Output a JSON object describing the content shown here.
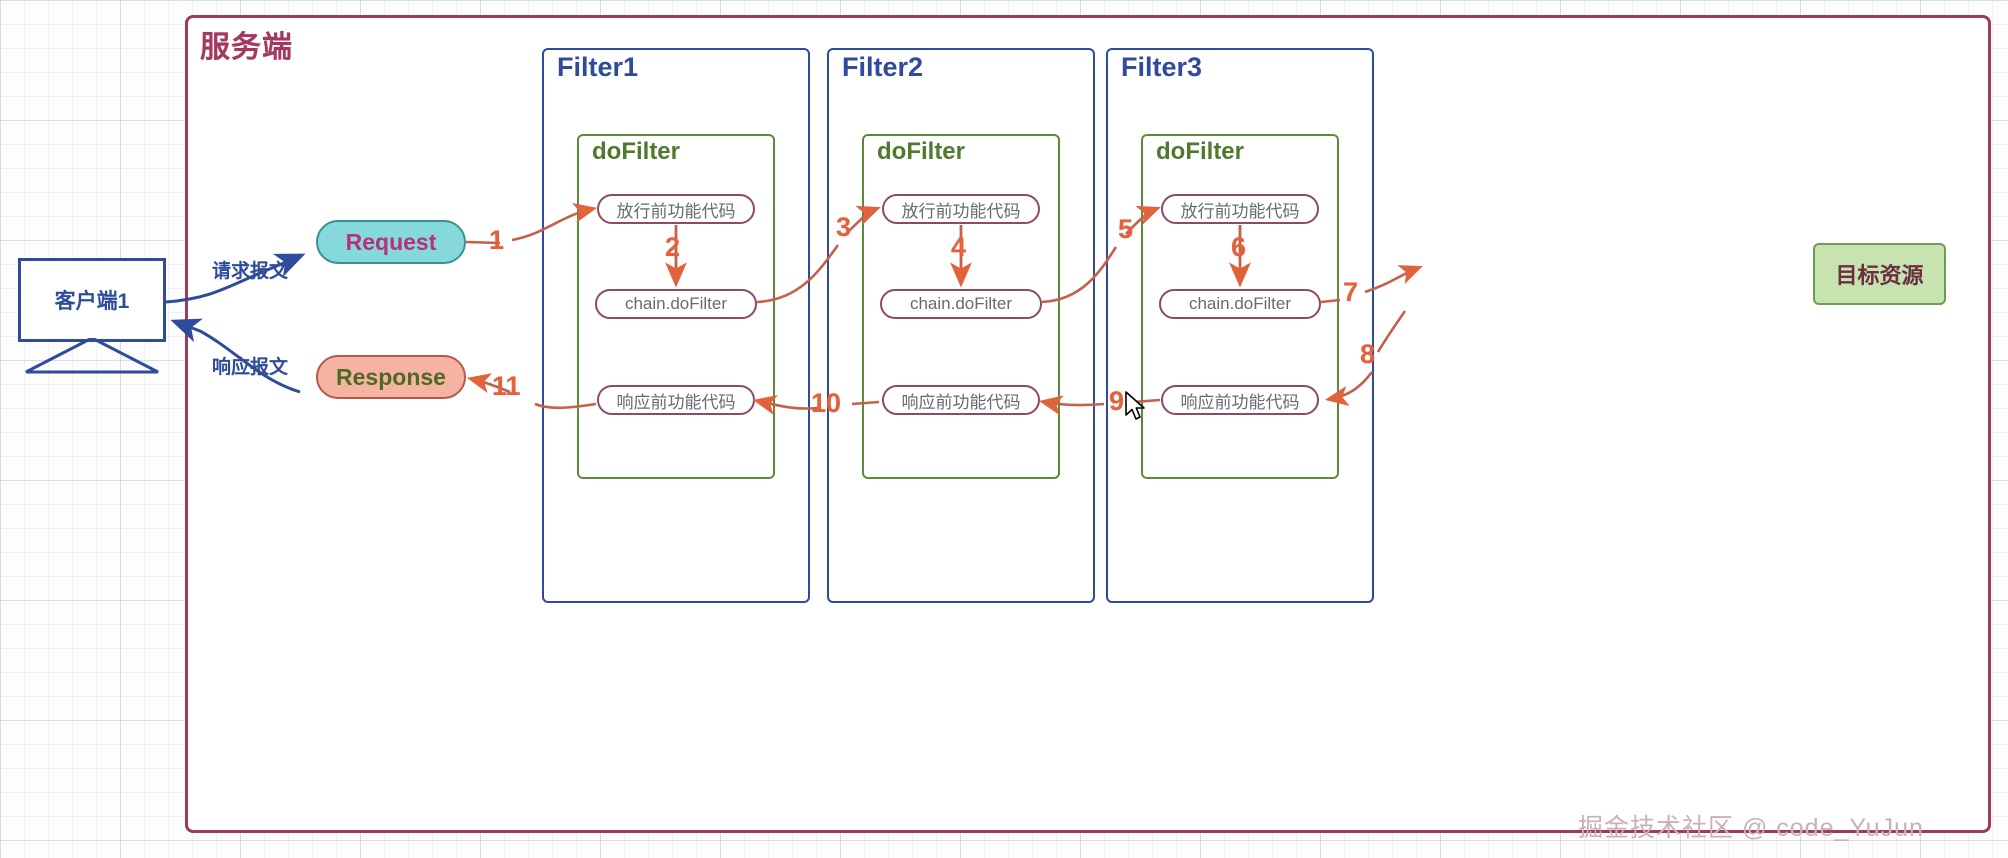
{
  "diagram": {
    "title": "服务端",
    "watermark": "掘金技术社区 @ code_YuJun",
    "colors": {
      "server_border": "#9c3b5b",
      "server_title": "#a23a60",
      "filter_border": "#2f4b9b",
      "filter_title": "#2f4b9b",
      "dofilter_border": "#5d8a3a",
      "dofilter_title": "#4f7a2e",
      "pill_border": "#8d4a63",
      "pill_text": "#666a72",
      "request_fill": "#86d9da",
      "request_text": "#b5317f",
      "response_fill": "#f6b3a4",
      "response_text": "#4e6b22",
      "target_fill": "#c6e3b0",
      "target_text": "#6b2f3f",
      "arrow": "#c4604b",
      "step_number": "#e2623c",
      "client_blue": "#2f4b9b"
    }
  },
  "client": {
    "label": "客户端1",
    "request_message_label": "请求报文",
    "response_message_label": "响应报文"
  },
  "messages": {
    "request": "Request",
    "response": "Response"
  },
  "target": {
    "label": "目标资源"
  },
  "filters": [
    {
      "name": "Filter1",
      "dofilter_title": "doFilter",
      "before_pass": "放行前功能代码",
      "chain": "chain.doFilter",
      "before_response": "响应前功能代码"
    },
    {
      "name": "Filter2",
      "dofilter_title": "doFilter",
      "before_pass": "放行前功能代码",
      "chain": "chain.doFilter",
      "before_response": "响应前功能代码"
    },
    {
      "name": "Filter3",
      "dofilter_title": "doFilter",
      "before_pass": "放行前功能代码",
      "chain": "chain.doFilter",
      "before_response": "响应前功能代码"
    }
  ],
  "steps": [
    {
      "n": "1",
      "from": "Request",
      "to": "Filter1.放行前功能代码"
    },
    {
      "n": "2",
      "from": "Filter1.放行前功能代码",
      "to": "Filter1.chain.doFilter"
    },
    {
      "n": "3",
      "from": "Filter1.chain.doFilter",
      "to": "Filter2.放行前功能代码"
    },
    {
      "n": "4",
      "from": "Filter2.放行前功能代码",
      "to": "Filter2.chain.doFilter"
    },
    {
      "n": "5",
      "from": "Filter2.chain.doFilter",
      "to": "Filter3.放行前功能代码"
    },
    {
      "n": "6",
      "from": "Filter3.放行前功能代码",
      "to": "Filter3.chain.doFilter"
    },
    {
      "n": "7",
      "from": "Filter3.chain.doFilter",
      "to": "目标资源"
    },
    {
      "n": "8",
      "from": "目标资源",
      "to": "Filter3.响应前功能代码"
    },
    {
      "n": "9",
      "from": "Filter3.响应前功能代码",
      "to": "Filter2.响应前功能代码"
    },
    {
      "n": "10",
      "from": "Filter2.响应前功能代码",
      "to": "Filter1.响应前功能代码"
    },
    {
      "n": "11",
      "from": "Filter1.响应前功能代码",
      "to": "Response"
    }
  ]
}
